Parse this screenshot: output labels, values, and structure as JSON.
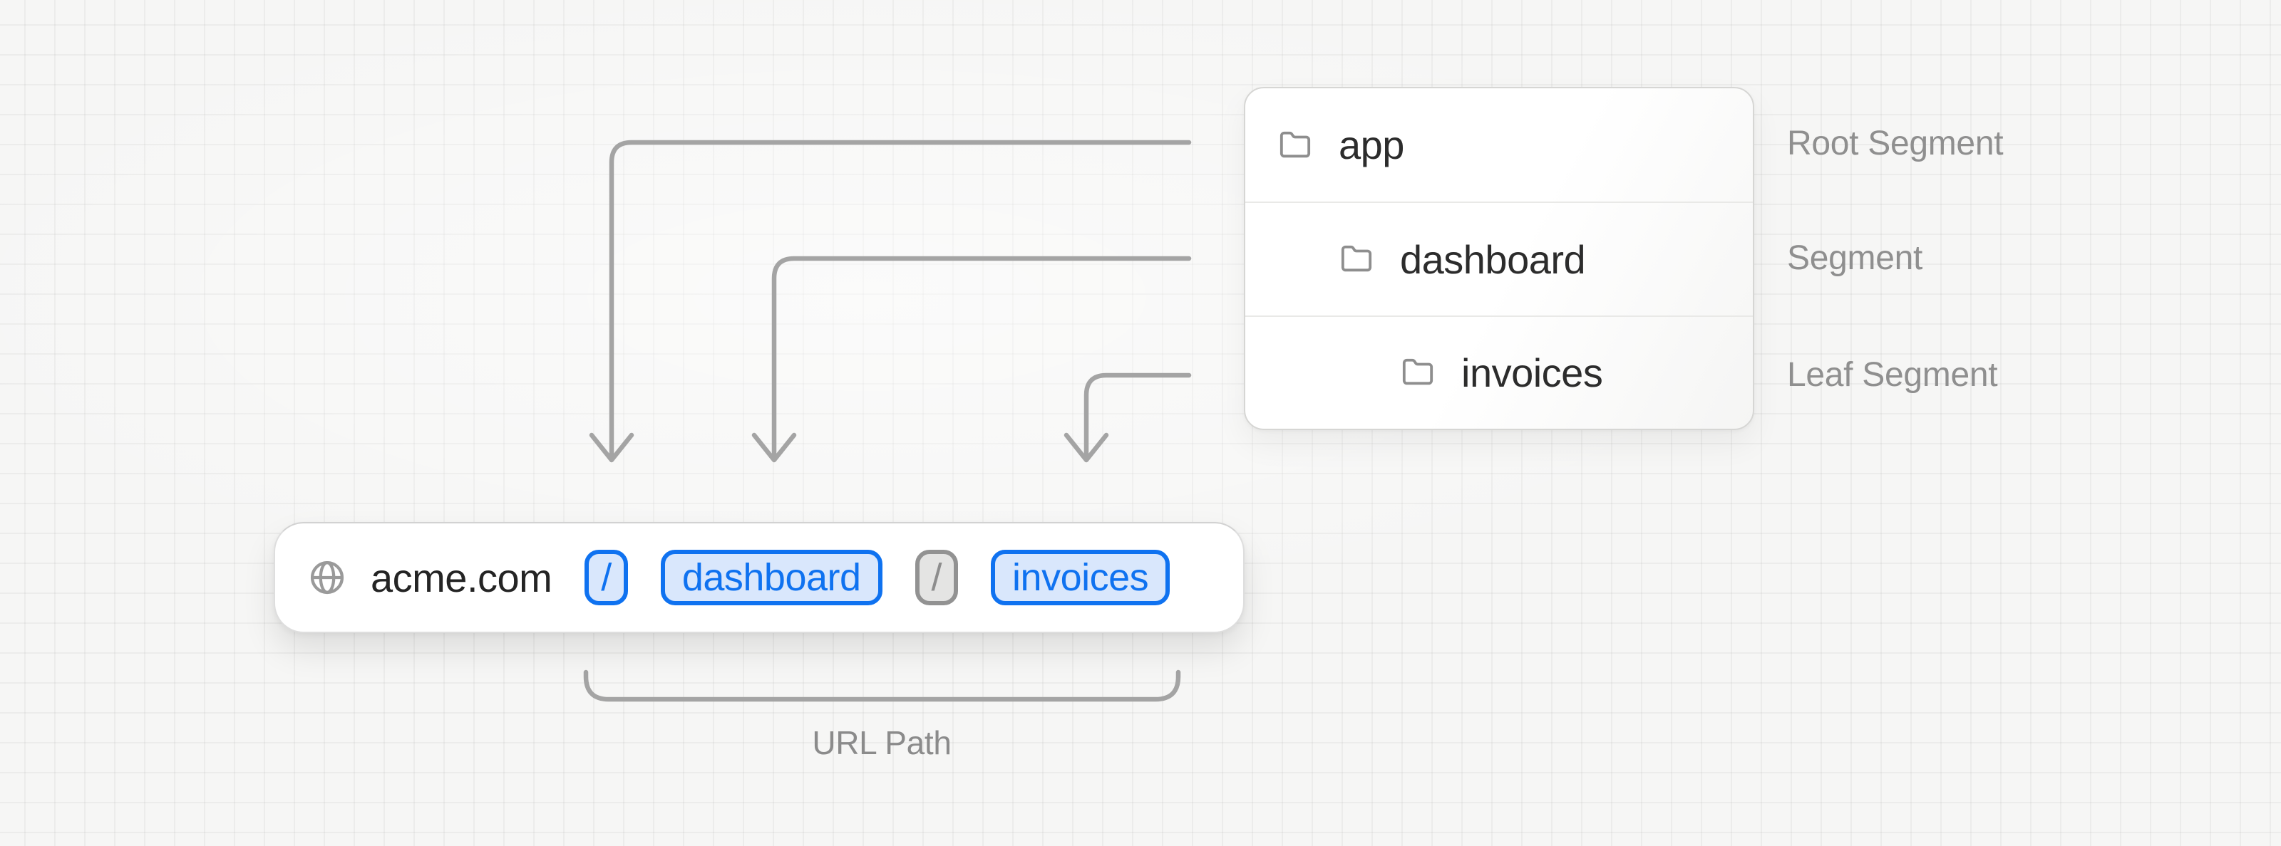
{
  "file_tree": {
    "rows": [
      {
        "name": "app",
        "depth": 0,
        "annotation": "Root Segment"
      },
      {
        "name": "dashboard",
        "depth": 1,
        "annotation": "Segment"
      },
      {
        "name": "invoices",
        "depth": 2,
        "annotation": "Leaf Segment"
      }
    ]
  },
  "url_bar": {
    "domain": "acme.com",
    "segments": [
      {
        "text": "/",
        "style": "highlighted"
      },
      {
        "text": "dashboard",
        "style": "highlighted"
      },
      {
        "text": "/",
        "style": "muted"
      },
      {
        "text": "invoices",
        "style": "highlighted"
      }
    ]
  },
  "bracket": {
    "label": "URL Path"
  },
  "icons": {
    "tree_row": "folder-icon",
    "url_bar": "globe-icon"
  },
  "colors": {
    "accent_blue": "#0f72f0",
    "accent_blue_bg": "#d9e7fc",
    "muted_badge_border": "#929292",
    "muted_badge_bg": "#e4e4e3",
    "arrow_gray": "#a4a4a4",
    "annotation_text": "#8f8f8f"
  }
}
